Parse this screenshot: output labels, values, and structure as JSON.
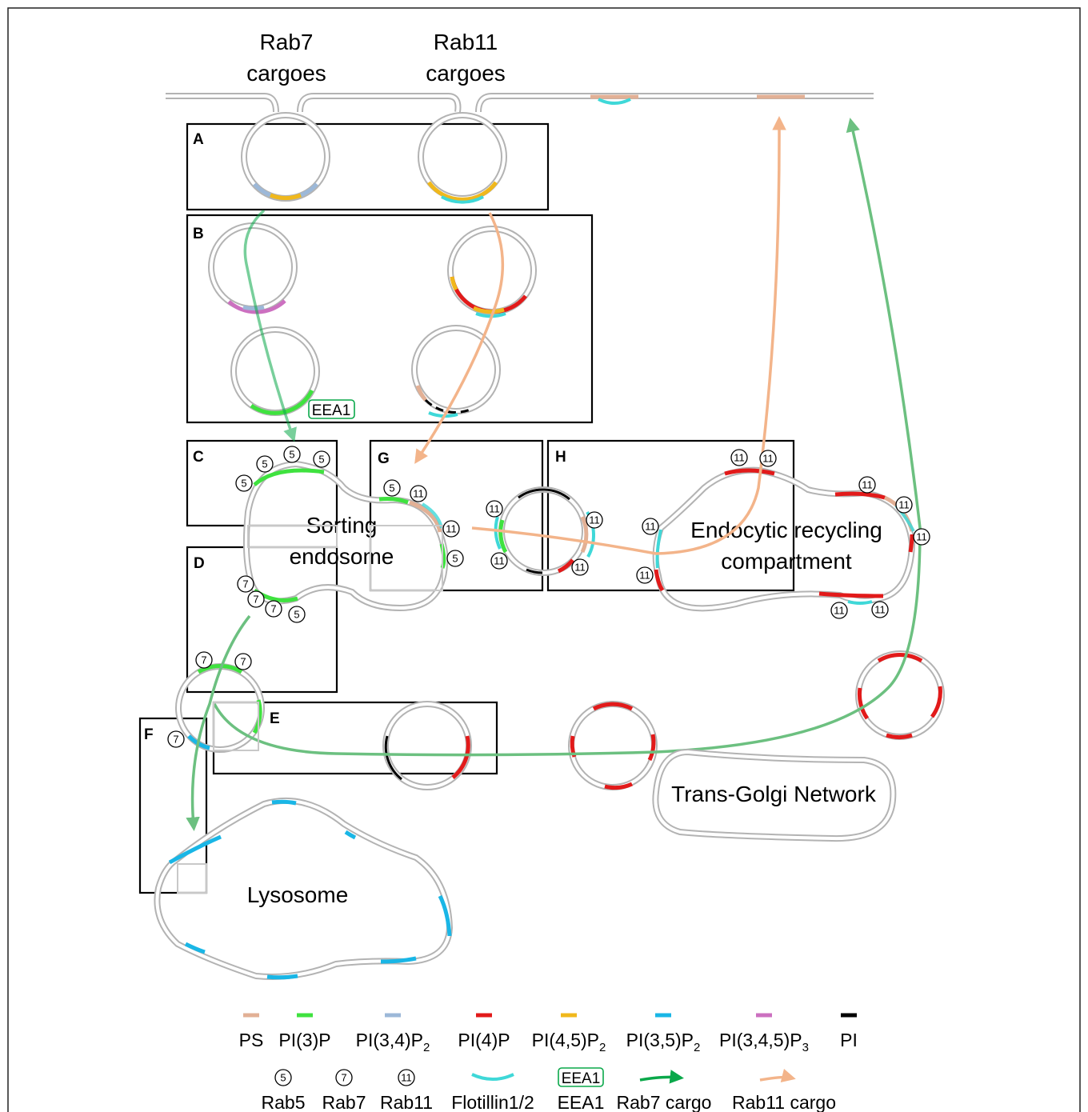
{
  "labels": {
    "rab7_cargoes": [
      "Rab7",
      "cargoes"
    ],
    "rab11_cargoes": [
      "Rab11",
      "cargoes"
    ],
    "sorting_endosome": [
      "Sorting",
      "endosome"
    ],
    "recycling": [
      "Endocytic recycling",
      "compartment"
    ],
    "tgn": "Trans-Golgi Network",
    "lysosome": "Lysosome",
    "eea1_tag": "EEA1"
  },
  "panels": {
    "A": "A",
    "B": "B",
    "C": "C",
    "D": "D",
    "E": "E",
    "F": "F",
    "G": "G",
    "H": "H"
  },
  "badges": {
    "rab5": "5",
    "rab7": "7",
    "rab11": "11"
  },
  "colors": {
    "PS": "#e2b095",
    "PI3P": "#3fe23f",
    "PI34P2": "#9cb8d8",
    "PI4P": "#e21a1a",
    "PI45P2": "#f0b81c",
    "PI35P2": "#19b6e6",
    "PI345P3": "#cc70c0",
    "PI": "#000000",
    "flotillin": "#3fd8d8",
    "rab7_cargo": "#0aa84a",
    "rab11_cargo": "#f3b48a",
    "membrane": "#b3b3b3"
  },
  "legend": {
    "lipids": [
      {
        "key": "PS",
        "label": "PS",
        "sub": ""
      },
      {
        "key": "PI3P",
        "label": "PI(3)P",
        "sub": ""
      },
      {
        "key": "PI34P2",
        "label": "PI(3,4)P",
        "sub": "2"
      },
      {
        "key": "PI4P",
        "label": "PI(4)P",
        "sub": ""
      },
      {
        "key": "PI45P2",
        "label": "PI(4,5)P",
        "sub": "2"
      },
      {
        "key": "PI35P2",
        "label": "PI(3,5)P",
        "sub": "2"
      },
      {
        "key": "PI345P3",
        "label": "PI(3,4,5)P",
        "sub": "3"
      },
      {
        "key": "PI",
        "label": "PI",
        "sub": ""
      }
    ],
    "markers": [
      {
        "label": "Rab5",
        "icon": "badge-5"
      },
      {
        "label": "Rab7",
        "icon": "badge-7"
      },
      {
        "label": "Rab11",
        "icon": "badge-11"
      },
      {
        "label": "Flotillin1/2",
        "icon": "flotillin-arc"
      },
      {
        "label": "EEA1",
        "icon": "eea1-box"
      },
      {
        "label": "Rab7 cargo",
        "icon": "green-arrow"
      },
      {
        "label": "Rab11 cargo",
        "icon": "orange-arrow"
      }
    ]
  }
}
